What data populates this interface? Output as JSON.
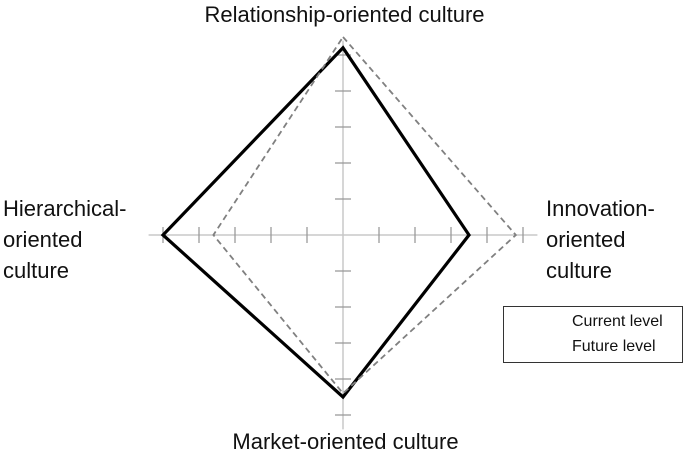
{
  "chart_data": {
    "type": "radar",
    "axes": [
      "Relationship-oriented culture",
      "Innovation-oriented culture",
      "Market-oriented culture",
      "Hierarchical-oriented culture"
    ],
    "axis_range": [
      0,
      5
    ],
    "grid": true,
    "legend_position": "bottom-right",
    "series": [
      {
        "name": "Current level",
        "values": [
          5.2,
          3.5,
          4.5,
          5.0
        ],
        "color": "#000000",
        "style": "solid"
      },
      {
        "name": "Future level",
        "values": [
          5.5,
          4.8,
          4.4,
          3.6
        ],
        "color": "#808080",
        "style": "dashed"
      }
    ]
  },
  "labels": {
    "top": "Relationship-oriented culture",
    "bottom": "Market-oriented culture",
    "left": [
      "Hierarchical-",
      "oriented",
      "culture"
    ],
    "right": [
      "Innovation-",
      "oriented",
      "culture"
    ]
  },
  "legend": {
    "current": "Current level",
    "future": "Future level"
  }
}
